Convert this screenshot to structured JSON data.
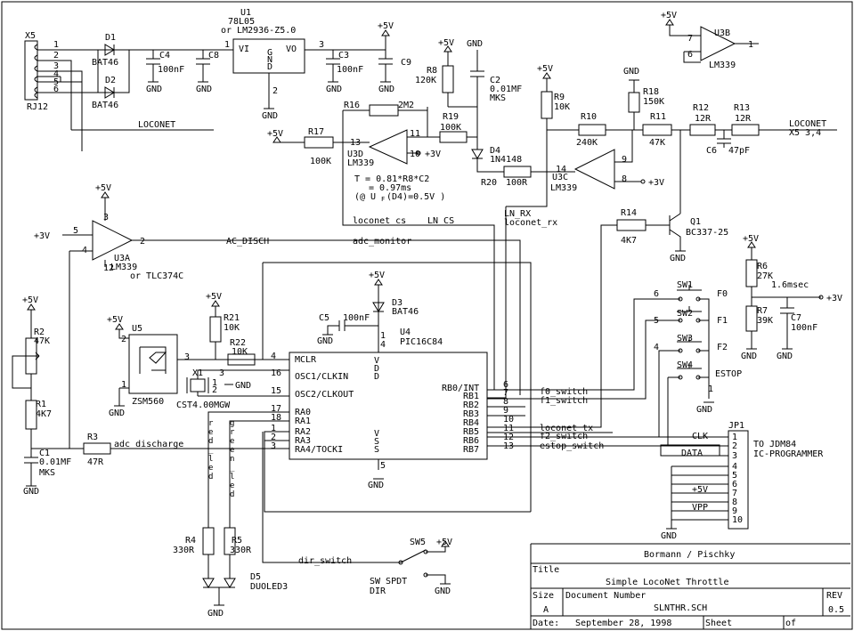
{
  "connector_x5": {
    "ref": "X5",
    "type": "RJ12",
    "pins": [
      "1",
      "2",
      "3",
      "4",
      "5",
      "6"
    ]
  },
  "diodes": {
    "d1": {
      "ref": "D1",
      "value": "BAT46"
    },
    "d2": {
      "ref": "D2",
      "value": "BAT46"
    },
    "d3": {
      "ref": "D3",
      "value": "BAT46"
    },
    "d4": {
      "ref": "D4",
      "value": "1N4148"
    },
    "d5": {
      "ref": "D5",
      "value": "DUOLED3"
    }
  },
  "regulator": {
    "ref": "U1",
    "value": "78L05",
    "alt": "or LM2936-Z5.0",
    "vi": "VI",
    "vo": "VO",
    "gnd": "GND",
    "pin1": "1",
    "pin2": "2",
    "pin3": "3"
  },
  "capacitors": {
    "c1": {
      "ref": "C1",
      "value": "0.01MF",
      "extra": "MKS"
    },
    "c2": {
      "ref": "C2",
      "value": "0.01MF",
      "extra": "MKS"
    },
    "c3": {
      "ref": "C3",
      "value": "100nF"
    },
    "c4": {
      "ref": "C4",
      "value": "100nF"
    },
    "c5": {
      "ref": "C5",
      "value": "100nF"
    },
    "c6": {
      "ref": "C6",
      "value": "47pF"
    },
    "c7": {
      "ref": "C7",
      "value": "100nF"
    },
    "c8": {
      "ref": "C8"
    },
    "c9": {
      "ref": "C9"
    }
  },
  "resistors": {
    "r1": {
      "ref": "R1",
      "value": "4K7"
    },
    "r2": {
      "ref": "R2",
      "value": "47K"
    },
    "r3": {
      "ref": "R3",
      "value": "47R"
    },
    "r4": {
      "ref": "R4",
      "value": "330R"
    },
    "r5": {
      "ref": "R5",
      "value": "330R"
    },
    "r6": {
      "ref": "R6",
      "value": "27K"
    },
    "r7": {
      "ref": "R7",
      "value": "39K"
    },
    "r8": {
      "ref": "R8",
      "value": "120K"
    },
    "r9": {
      "ref": "R9",
      "value": "10K"
    },
    "r10": {
      "ref": "R10",
      "value": "240K"
    },
    "r11": {
      "ref": "R11",
      "value": "47K"
    },
    "r12": {
      "ref": "R12",
      "value": "12R"
    },
    "r13": {
      "ref": "R13",
      "value": "12R"
    },
    "r14": {
      "ref": "R14",
      "value": "4K7"
    },
    "r16": {
      "ref": "R16",
      "value": "2M2"
    },
    "r17": {
      "ref": "R17",
      "value": "100K"
    },
    "r18": {
      "ref": "R18",
      "value": "150K"
    },
    "r19": {
      "ref": "R19",
      "value": "100K"
    },
    "r20": {
      "ref": "R20",
      "value": "100R"
    },
    "r21": {
      "ref": "R21",
      "value": "10K"
    },
    "r22": {
      "ref": "R22",
      "value": "10K"
    }
  },
  "opamps": {
    "u3a": {
      "ref": "U3A",
      "value": "LM339",
      "alt": "or TLC374C",
      "p5": "5",
      "p4": "4",
      "p3": "3",
      "p2": "2",
      "p12": "12"
    },
    "u3b": {
      "ref": "U3B",
      "value": "LM339",
      "p7": "7",
      "p6": "6",
      "p1": "1"
    },
    "u3c": {
      "ref": "U3C",
      "value": "LM339",
      "p14": "14",
      "p9": "9",
      "p8": "8"
    },
    "u3d": {
      "ref": "U3D",
      "value": "LM339",
      "p13": "13",
      "p11": "11",
      "p10": "10"
    }
  },
  "transistor": {
    "ref": "Q1",
    "value": "BC337-25"
  },
  "u5": {
    "ref": "U5",
    "value": "ZSM560",
    "p1": "1",
    "p2": "2",
    "p3": "3"
  },
  "crystal": {
    "ref": "X1",
    "value": "CST4.00MGW",
    "p1": "1",
    "p2": "2",
    "p3": "3",
    "gnd": "GND"
  },
  "pic": {
    "ref": "U4",
    "value": "PIC16C84",
    "vdd": "V\nD\nD",
    "vss": "VSS",
    "p14": "14",
    "p5": "5",
    "left_pins": [
      {
        "num": "4",
        "name": "MCLR"
      },
      {
        "num": "16",
        "name": "OSC1/CLKIN"
      },
      {
        "num": "15",
        "name": "OSC2/CLKOUT"
      },
      {
        "num": "17",
        "name": "RA0"
      },
      {
        "num": "18",
        "name": "RA1"
      },
      {
        "num": "1",
        "name": "RA2"
      },
      {
        "num": "2",
        "name": "RA3"
      },
      {
        "num": "3",
        "name": "RA4/TOCKI"
      }
    ],
    "right_pins": [
      {
        "num": "6",
        "name": "RB0/INT"
      },
      {
        "num": "7",
        "name": "RB1"
      },
      {
        "num": "8",
        "name": "RB2"
      },
      {
        "num": "9",
        "name": "RB3"
      },
      {
        "num": "10",
        "name": "RB4"
      },
      {
        "num": "11",
        "name": "RB5"
      },
      {
        "num": "12",
        "name": "RB6"
      },
      {
        "num": "13",
        "name": "RB7"
      }
    ]
  },
  "switches": {
    "sw1": {
      "ref": "SW1",
      "label": "F0",
      "pin": "6"
    },
    "sw2": {
      "ref": "SW2",
      "label": "F1",
      "pin": "5"
    },
    "sw3": {
      "ref": "SW3",
      "label": "F2",
      "pin": "4"
    },
    "sw4": {
      "ref": "SW4",
      "label": "ESTOP",
      "pin": "1"
    },
    "sw5": {
      "ref": "SW5",
      "type": "SW SPDT",
      "label": "DIR"
    }
  },
  "jp1": {
    "ref": "JP1",
    "label_line1": "TO JDM84",
    "label_line2": "IC-PROGRAMMER",
    "pins": [
      "1",
      "2",
      "3",
      "4",
      "5",
      "6",
      "7",
      "8",
      "9",
      "10"
    ],
    "clk": "CLK",
    "data": "DATA",
    "plus5": "+5V",
    "vpp": "VPP"
  },
  "nets": {
    "loconet_top": "LOCONET",
    "loconet_right": "LOCONET",
    "x5_pins": "X5 3,4",
    "ac_disch": "AC_DISCH",
    "adc_monitor": "adc_monitor",
    "adc_discharge": "adc_discharge",
    "loconet_cs": "loconet_cs",
    "ln_cs": "LN_CS",
    "ln_rx": "LN_RX",
    "loconet_rx": "loconet_rx",
    "loconet_tx": "loconet_tx",
    "f0_switch": "f0_switch",
    "f1_switch": "f1_switch",
    "f2_switch": "f2_switch",
    "estop_switch": "estop_switch",
    "dir_switch": "dir_switch",
    "red_led": "r\ne\nd\n_\nl\ne\nd",
    "green_led": "g\nr\ne\ne\nn\n_\nl\ne\nd",
    "plus5": "+5V",
    "plus3": "+3V",
    "gnd": "GND"
  },
  "notes": {
    "timing_1": "T  = 0.81*R8*C2",
    "timing_2": "= 0.97ms",
    "timing_3": "(@ U",
    "timing_3b": "(D4)=0.5V )",
    "timing_3sub": "F",
    "rc_1_6": "1.6msec"
  },
  "title_block": {
    "authors": "Bormann / Pischky",
    "title_label": "Title",
    "title": "Simple LocoNet Throttle",
    "size_label": "Size",
    "size": "A",
    "docnum_label": "Document Number",
    "docnum": "SLNTHR.SCH",
    "rev_label": "REV",
    "rev": "0.5",
    "date_label": "Date:",
    "date": "September 28, 1998",
    "sheet_label": "Sheet",
    "of_label": "of"
  }
}
